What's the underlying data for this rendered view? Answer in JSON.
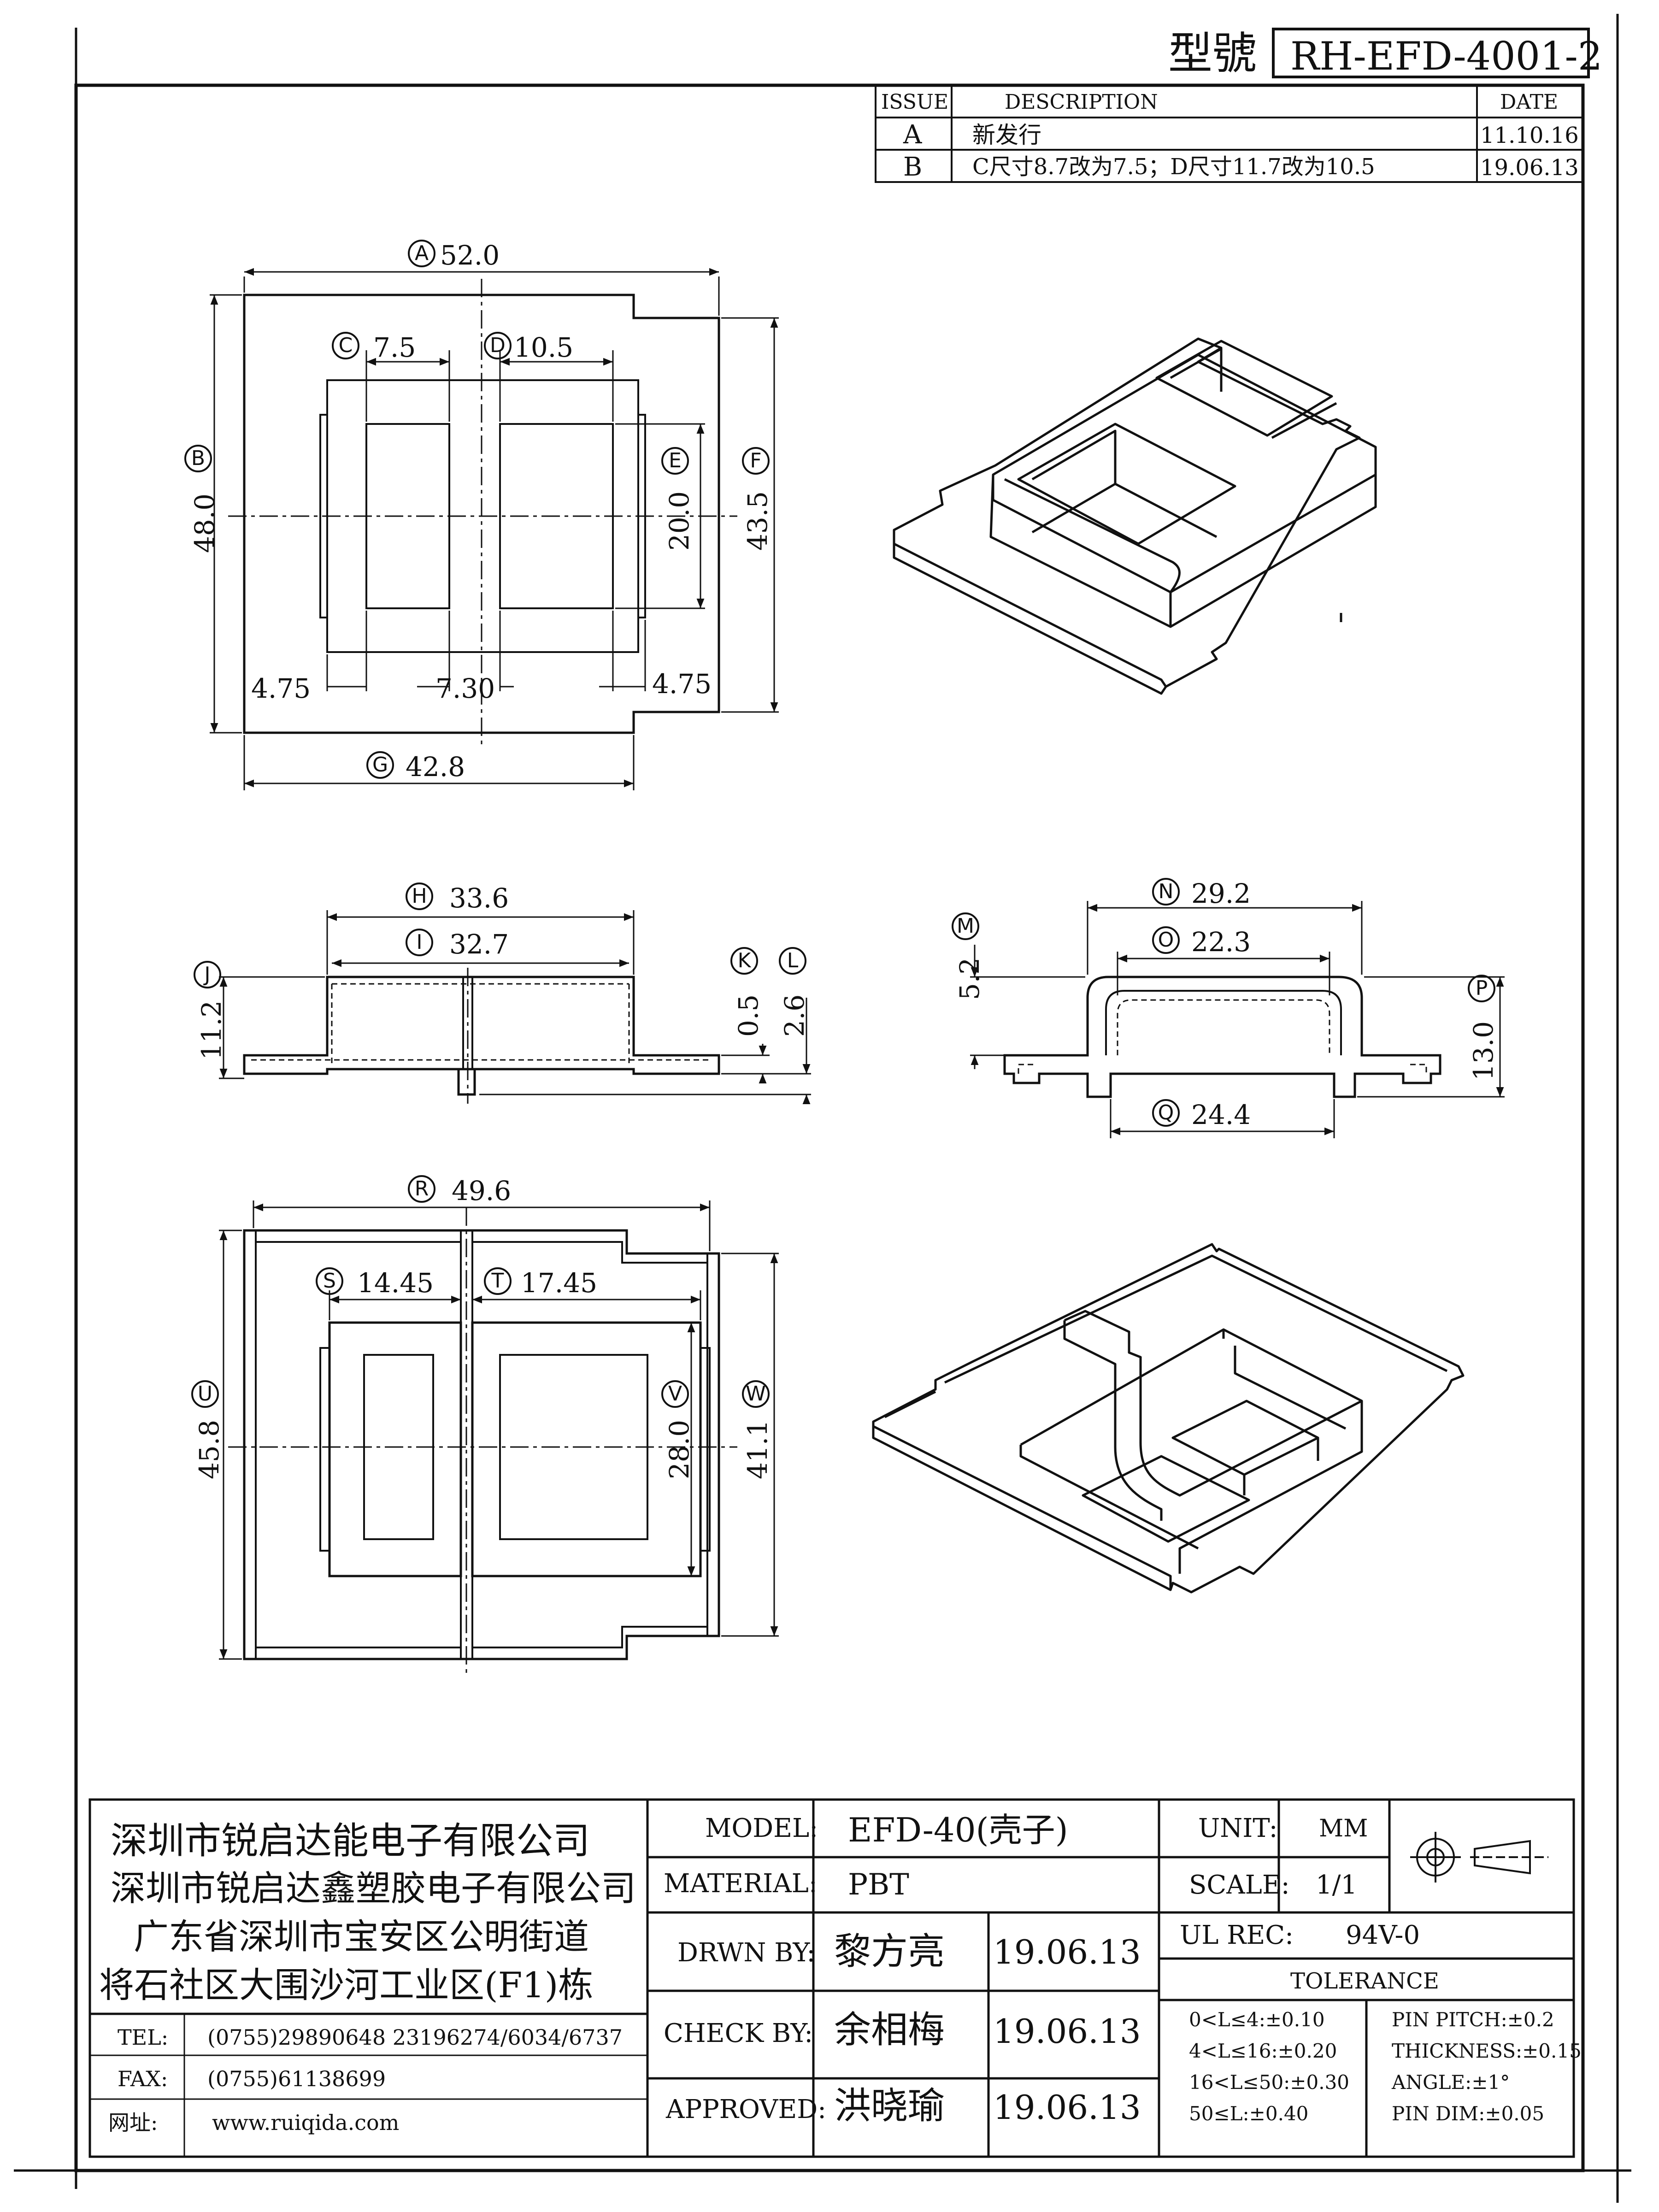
{
  "header": {
    "model_label": "型號",
    "model_number": "RH-EFD-4001-2"
  },
  "revisions": {
    "columns": [
      "ISSUE",
      "DESCRIPTION",
      "DATE"
    ],
    "rows": [
      {
        "issue": "A",
        "description": "新发行",
        "date": "11.10.16"
      },
      {
        "issue": "B",
        "description": "C尺寸8.7改为7.5；D尺寸11.7改为10.5",
        "date": "19.06.13"
      }
    ]
  },
  "top_view": {
    "A": {
      "letter": "A",
      "value": "52.0"
    },
    "B": {
      "letter": "B",
      "value": "48.0"
    },
    "C": {
      "letter": "C",
      "value": "7.5"
    },
    "D": {
      "letter": "D",
      "value": "10.5"
    },
    "E": {
      "letter": "E",
      "value": "20.0"
    },
    "F": {
      "letter": "F",
      "value": "43.5"
    },
    "G": {
      "letter": "G",
      "value": "42.8"
    },
    "gap_left": "4.75",
    "gap_mid": "7.30",
    "gap_right": "4.75"
  },
  "side_view": {
    "H": {
      "letter": "H",
      "value": "33.6"
    },
    "I": {
      "letter": "I",
      "value": "32.7"
    },
    "J": {
      "letter": "J",
      "value": "11.2"
    },
    "K": {
      "letter": "K",
      "value": "0.5"
    },
    "L": {
      "letter": "L",
      "value": "2.6"
    }
  },
  "front_view": {
    "M": {
      "letter": "M",
      "value": "5.2"
    },
    "N": {
      "letter": "N",
      "value": "29.2"
    },
    "O": {
      "letter": "O",
      "value": "22.3"
    },
    "P": {
      "letter": "P",
      "value": "13.0"
    },
    "Q": {
      "letter": "Q",
      "value": "24.4"
    }
  },
  "bottom_view": {
    "R": {
      "letter": "R",
      "value": "49.6"
    },
    "S": {
      "letter": "S",
      "value": "14.45"
    },
    "T": {
      "letter": "T",
      "value": "17.45"
    },
    "U": {
      "letter": "U",
      "value": "45.8"
    },
    "V": {
      "letter": "V",
      "value": "28.0"
    },
    "W": {
      "letter": "W",
      "value": "41.1"
    }
  },
  "company": {
    "lines": [
      "深圳市锐启达能电子有限公司",
      "深圳市锐启达鑫塑胶电子有限公司",
      "广东省深圳市宝安区公明街道",
      "将石社区大围沙河工业区(F1)栋"
    ],
    "tel_label": "TEL:",
    "tel": "(0755)29890648   23196274/6034/6737",
    "fax_label": "FAX:",
    "fax": "(0755)61138699",
    "web_label": "网址:",
    "web": "www.ruiqida.com"
  },
  "title_block": {
    "model_label": "MODEL:",
    "model": "EFD-40(壳子)",
    "material_label": "MATERIAL:",
    "material": "PBT",
    "drawn_label": "DRWN BY:",
    "drawn_by": "黎方亮",
    "drawn_date": "19.06.13",
    "check_label": "CHECK BY:",
    "check_by": "余相梅",
    "check_date": "19.06.13",
    "approved_label": "APPROVED:",
    "approved_by": "洪晓瑜",
    "approved_date": "19.06.13",
    "unit_label": "UNIT:",
    "unit": "MM",
    "scale_label": "SCALE:",
    "scale": "1/1",
    "ul_label": "UL REC:",
    "ul": "94V-0",
    "tolerance_label": "TOLERANCE",
    "tolerances_left": [
      "0<L≤4:±0.10",
      "4<L≤16:±0.20",
      "16<L≤50:±0.30",
      "50≤L:±0.40"
    ],
    "tolerances_right": [
      "PIN PITCH:±0.2",
      "THICKNESS:±0.15",
      "ANGLE:±1°",
      "PIN DIM:±0.05"
    ]
  }
}
